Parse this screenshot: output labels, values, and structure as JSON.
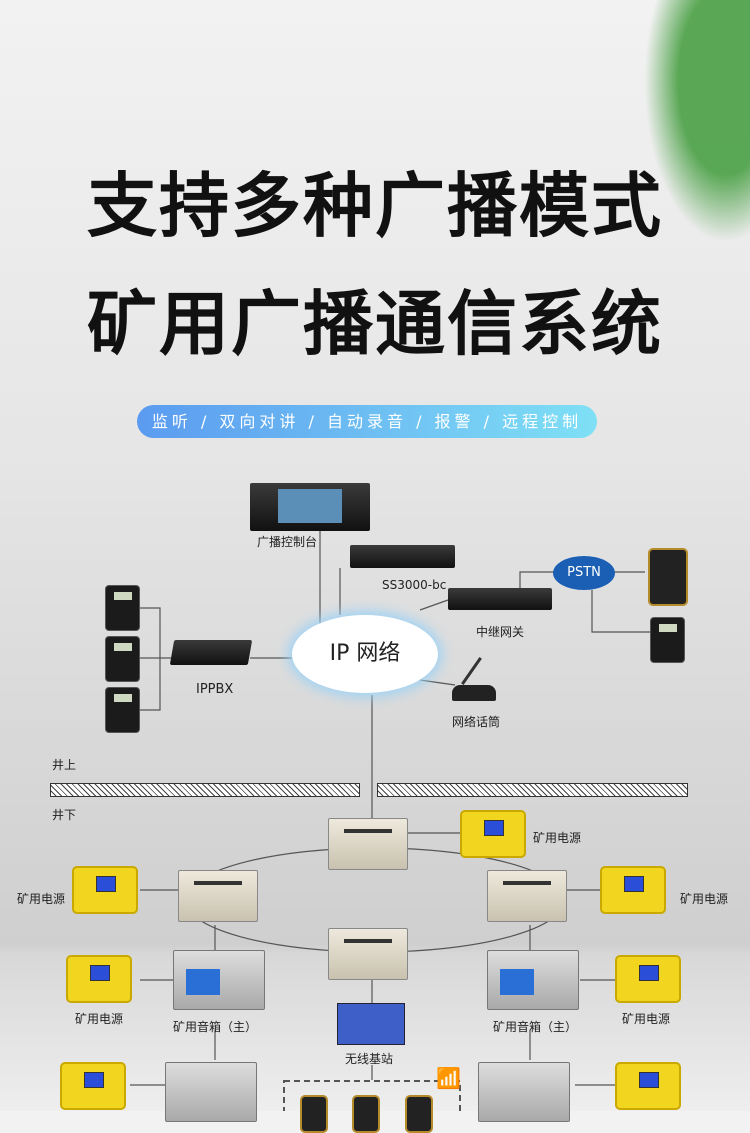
{
  "title_line1": "支持多种广播模式",
  "title_line2": "矿用广播通信系统",
  "features": "监听 / 双向对讲 / 自动录音 / 报警 / 远程控制",
  "labels": {
    "console": "广播控制台",
    "server": "SS3000-bc",
    "pstn": "PSTN",
    "gateway": "中继网关",
    "ip_network": "IP 网络",
    "ippbx": "IPPBX",
    "mic": "网络话筒",
    "above": "井上",
    "below": "井下",
    "psu_top": "矿用电源",
    "psu_left": "矿用电源",
    "psu_right": "矿用电源",
    "psu_bl": "矿用电源",
    "psu_br": "矿用电源",
    "speaker_left": "矿用音箱（主）",
    "speaker_right": "矿用音箱（主）",
    "base_station": "无线基站"
  }
}
